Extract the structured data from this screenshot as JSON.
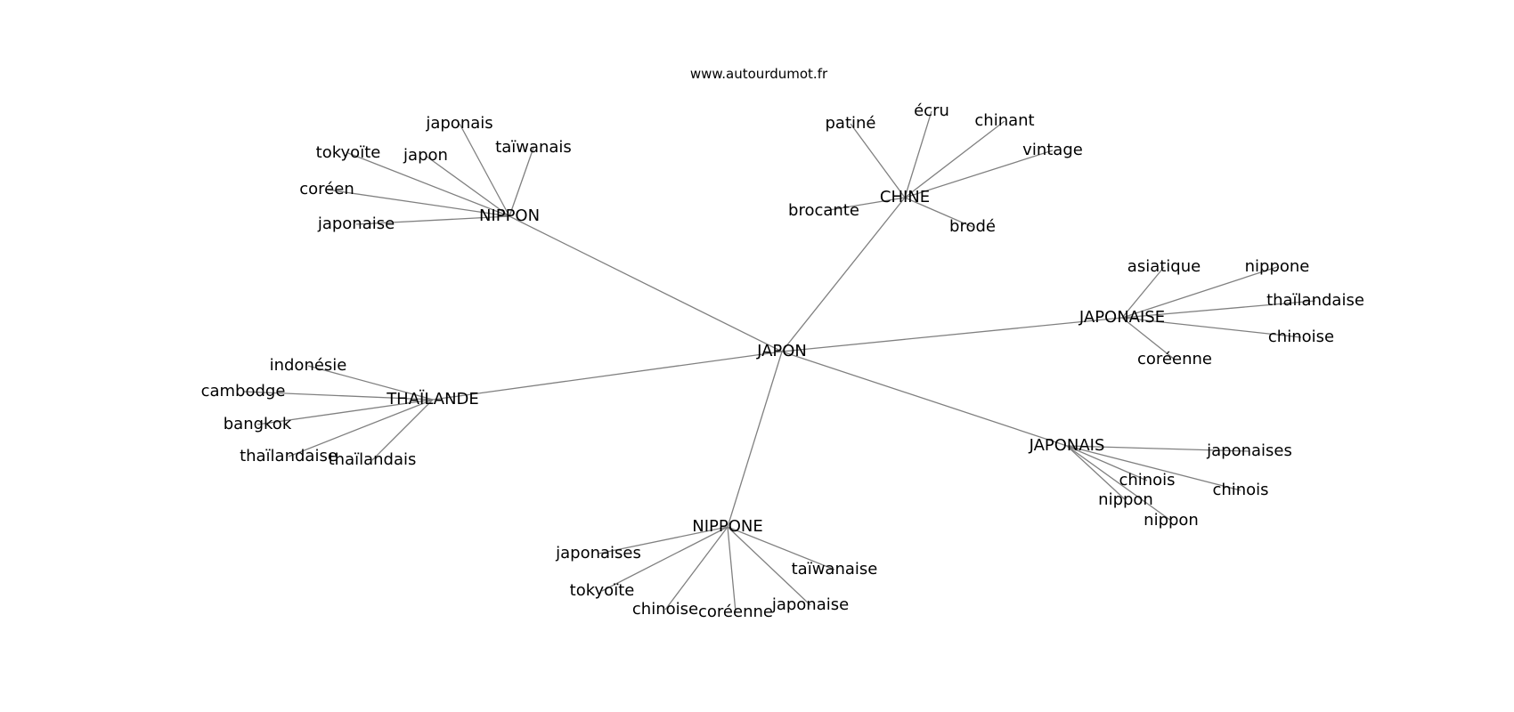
{
  "source": "www.autourdumot.fr",
  "root": "JAPON",
  "clusters": [
    {
      "id": "nippon",
      "label": "NIPPON",
      "children": [
        "japonais",
        "taïwanais",
        "tokyoïte",
        "japon",
        "coréen",
        "japonaise"
      ]
    },
    {
      "id": "chine",
      "label": "CHINE",
      "children": [
        "patiné",
        "écru",
        "chinant",
        "vintage",
        "brocante",
        "brodé"
      ]
    },
    {
      "id": "japonaise",
      "label": "JAPONAISE",
      "children": [
        "asiatique",
        "nippone",
        "thaïlandaise",
        "chinoise",
        "coréenne"
      ]
    },
    {
      "id": "thailande",
      "label": "THAÏLANDE",
      "children": [
        "indonésie",
        "cambodge",
        "bangkok",
        "thaïlandaise",
        "thaïlandais"
      ]
    },
    {
      "id": "japonais",
      "label": "JAPONAIS",
      "children": [
        "japonaises",
        "chinois",
        "chinois",
        "nippon",
        "nippon"
      ]
    },
    {
      "id": "nippone",
      "label": "NIPPONE",
      "children": [
        "japonaises",
        "tokyoïte",
        "chinoise",
        "coréenne",
        "japonaise",
        "taïwanaise"
      ]
    }
  ]
}
